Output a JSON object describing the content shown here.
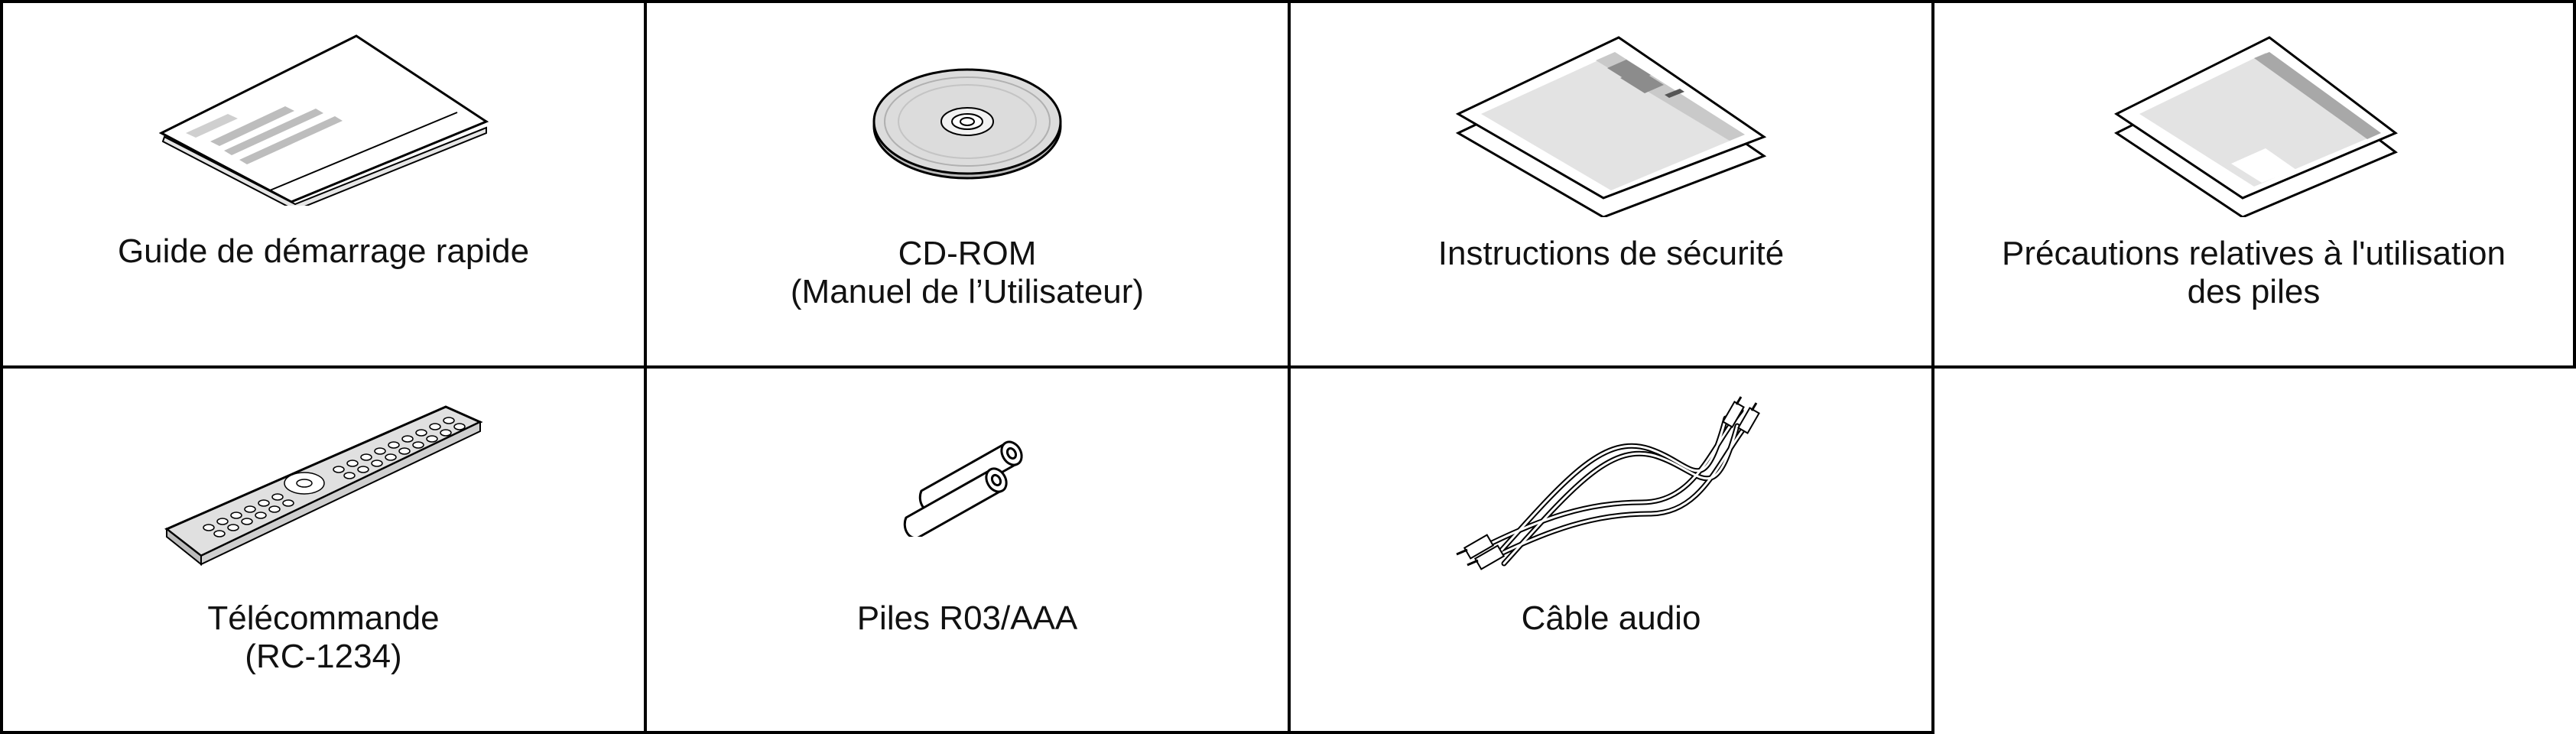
{
  "items": [
    {
      "line1": "Guide de démarrage rapide",
      "line2": "",
      "icon": "booklet-icon"
    },
    {
      "line1": "CD-ROM",
      "line2": "(Manuel de l’Utilisateur)",
      "icon": "cd-rom-icon"
    },
    {
      "line1": "Instructions de sécurité",
      "line2": "",
      "icon": "safety-instructions-icon"
    },
    {
      "line1": "Précautions relatives à l'utilisation",
      "line2": "des piles",
      "icon": "battery-precautions-icon"
    },
    {
      "line1": "Télécommande",
      "line2": "(RC-1234)",
      "icon": "remote-control-icon"
    },
    {
      "line1": "Piles R03/AAA",
      "line2": "",
      "icon": "batteries-icon"
    },
    {
      "line1": "Câble audio",
      "line2": "",
      "icon": "audio-cable-icon"
    }
  ]
}
